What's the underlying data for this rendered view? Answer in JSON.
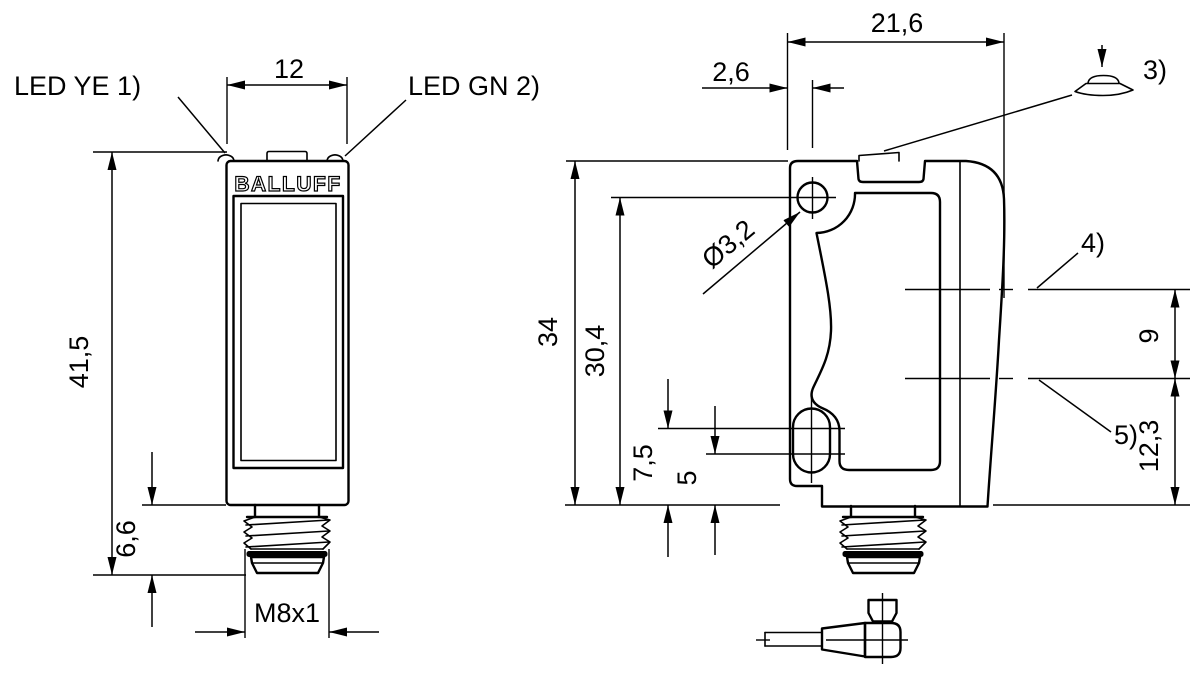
{
  "brand": "BALLUFF",
  "labels": {
    "led_yellow": "LED YE  1)",
    "led_green": "LED GN  2)",
    "callout_teach_button": "3)",
    "callout_emitter": "4)",
    "callout_receiver": "5)"
  },
  "dims": {
    "front_width": "12",
    "total_height": "41,5",
    "connector_protrusion": "6,6",
    "thread": "M8x1",
    "housing_depth": "21,6",
    "hole_offset": "2,6",
    "housing_height": "34",
    "hole_center_height": "30,4",
    "slot_upper_center": "7,5",
    "slot_lower_center": "5",
    "hole_diameter": "Ø3,2",
    "axis_gap": "9",
    "receiver_axis_height": "12,3"
  }
}
